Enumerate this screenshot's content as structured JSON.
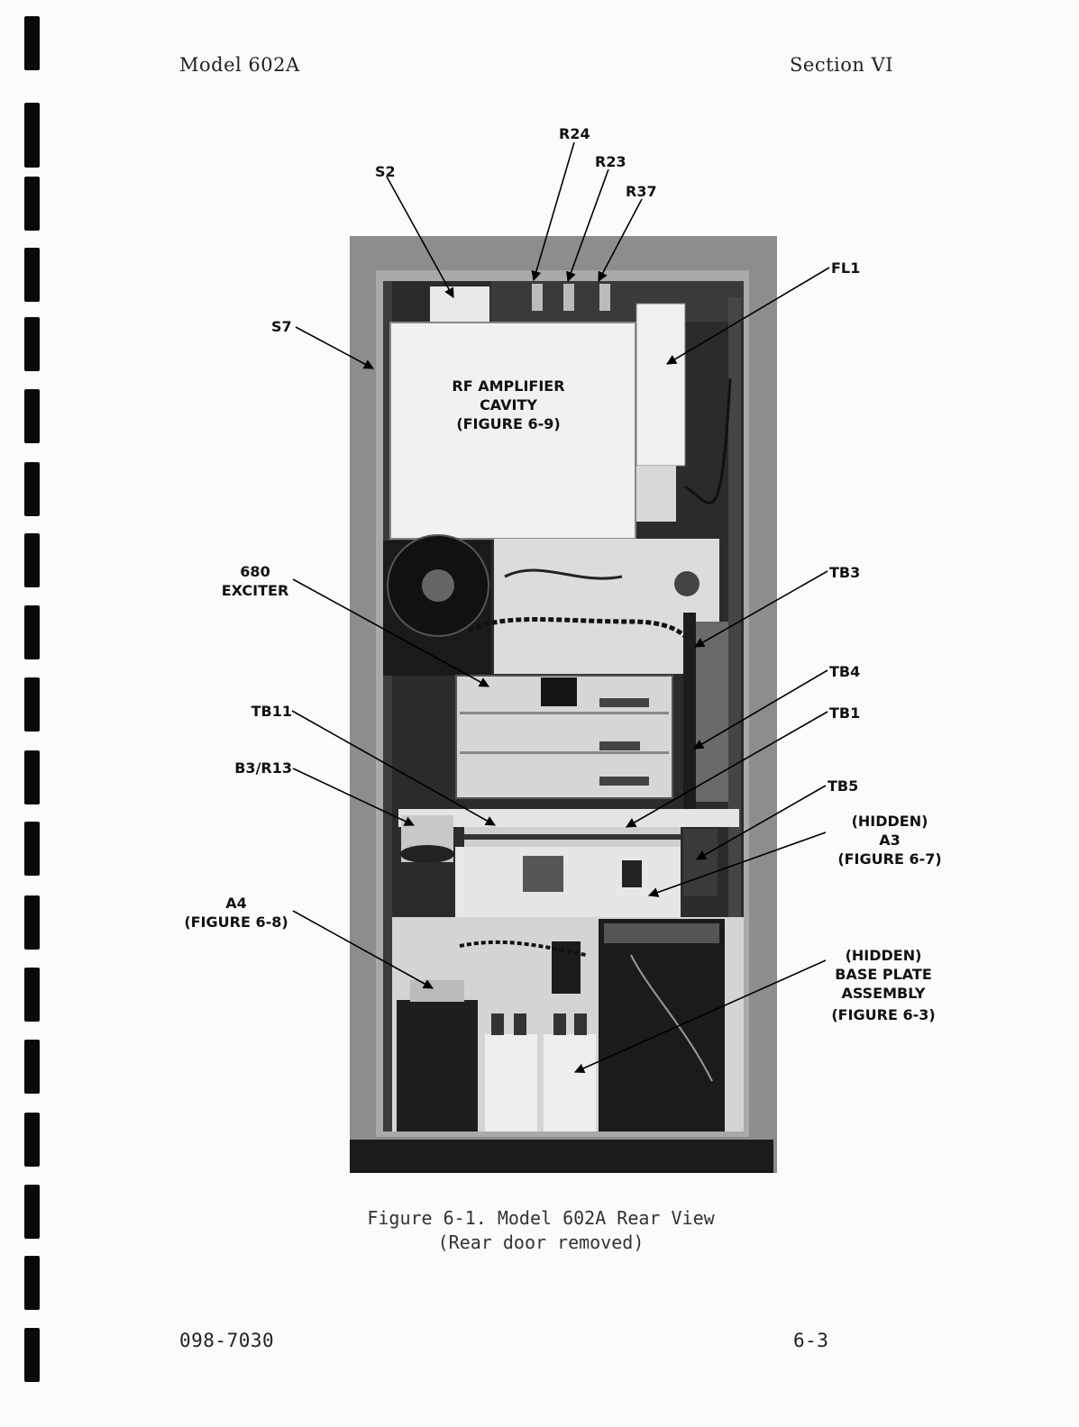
{
  "header": {
    "left": "Model 602A",
    "right": "Section VI"
  },
  "footer": {
    "doc_number": "098-7030",
    "page_number": "6-3"
  },
  "caption": {
    "line1": "Figure 6-1.  Model 602A Rear View",
    "line2": "(Rear door removed)"
  },
  "photo": {
    "rf_cavity_line1": "RF AMPLIFIER",
    "rf_cavity_line2": "CAVITY",
    "rf_cavity_line3": "(FIGURE 6-9)"
  },
  "callouts": {
    "r24": "R24",
    "r23": "R23",
    "r37": "R37",
    "s2": "S2",
    "fl1": "FL1",
    "s7": "S7",
    "exciter_line1": "680",
    "exciter_line2": "EXCITER",
    "tb3": "TB3",
    "tb4": "TB4",
    "tb1": "TB1",
    "tb11": "TB11",
    "b3r13": "B3/R13",
    "tb5": "TB5",
    "a3_line1": "(HIDDEN)",
    "a3_line2": "A3",
    "a3_line3": "(FIGURE 6-7)",
    "a4_line1": "A4",
    "a4_line2": "(FIGURE 6-8)",
    "base_line1": "(HIDDEN)",
    "base_line2": "BASE PLATE",
    "base_line3": "ASSEMBLY",
    "base_line4": "(FIGURE 6-3)"
  }
}
